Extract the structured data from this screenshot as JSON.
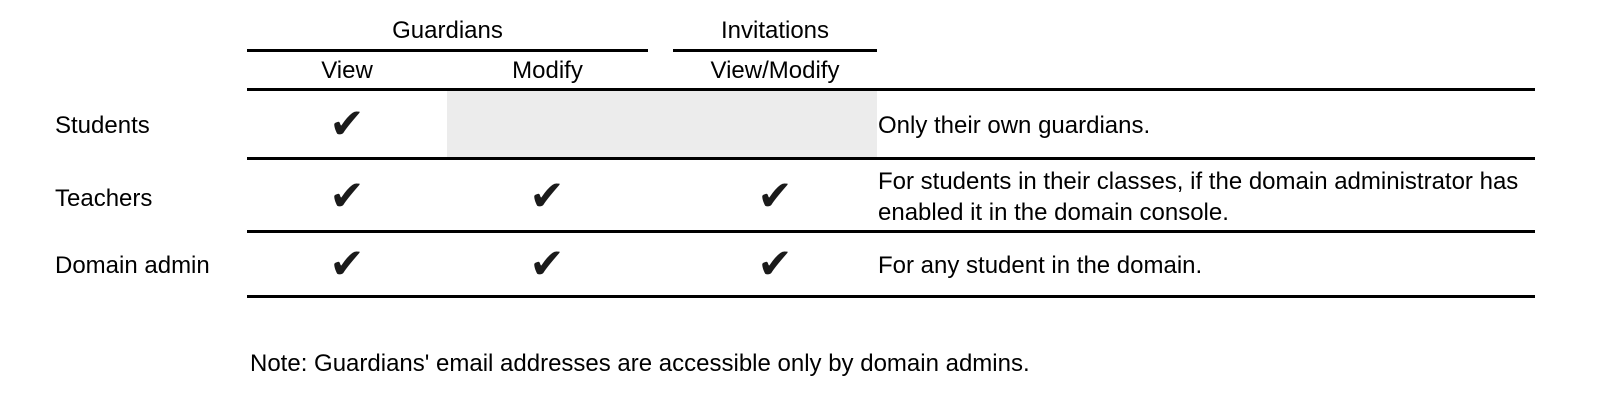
{
  "table": {
    "column_groups": [
      {
        "label": "Guardians",
        "columns": [
          "View",
          "Modify"
        ]
      },
      {
        "label": "Invitations",
        "columns": [
          "View/Modify"
        ]
      }
    ],
    "sub_headers": {
      "view": "View",
      "modify": "Modify",
      "view_modify": "View/Modify"
    },
    "rows": [
      {
        "label": "Students",
        "view": true,
        "modify": false,
        "view_modify": false,
        "note": "Only their own guardians."
      },
      {
        "label": "Teachers",
        "view": true,
        "modify": true,
        "view_modify": true,
        "note": "For students in their classes, if the domain administrator has enabled it in the domain console."
      },
      {
        "label": "Domain admin",
        "view": true,
        "modify": true,
        "view_modify": true,
        "note": "For any student in the domain."
      }
    ]
  },
  "footnote": "Note: Guardians' email addresses are accessible only by domain admins.",
  "glyphs": {
    "check": "✔"
  },
  "colors": {
    "text": "#000000",
    "line": "#000000",
    "disabled_cell": "#ececec",
    "check": "#1a1a1a"
  }
}
